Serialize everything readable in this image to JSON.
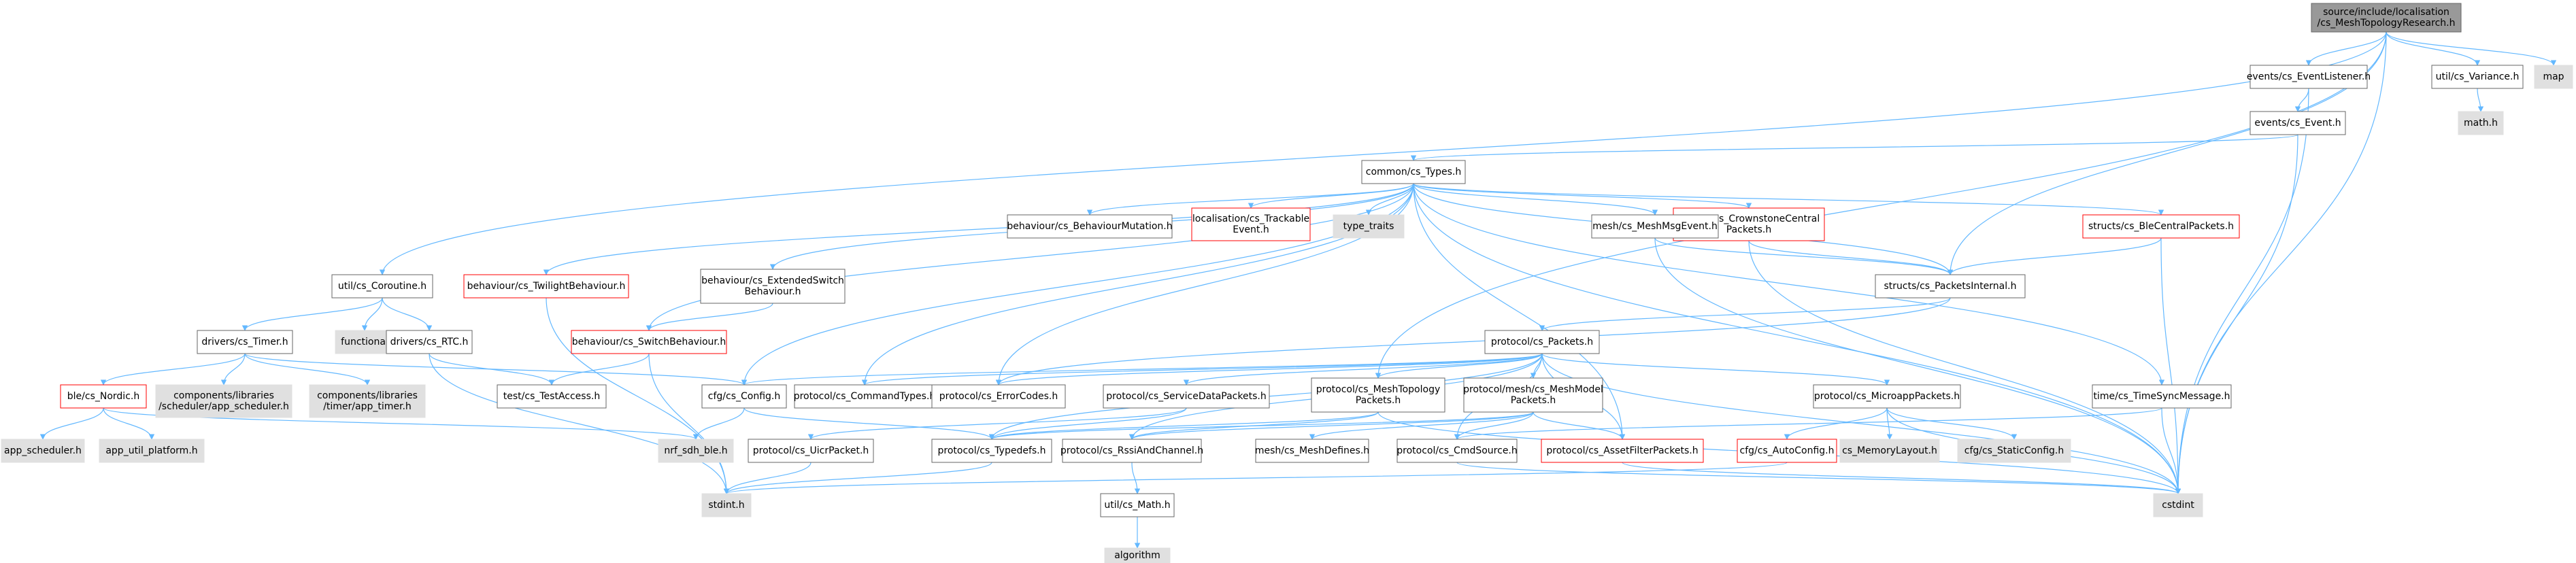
{
  "colors": {
    "edge": "#63b8ff",
    "node_border_black": "#666666",
    "node_border_red": "#ff0000",
    "node_fill_white": "#ffffff",
    "node_fill_gray": "#e0e0e0",
    "node_fill_root": "#999999",
    "text": "#000000"
  },
  "nodes": [
    {
      "id": "root",
      "lines": [
        "source/include/localisation",
        "/cs_MeshTopologyResearch.h"
      ],
      "style": "root"
    },
    {
      "id": "eventlistener",
      "lines": [
        "events/cs_EventListener.h"
      ],
      "style": "black"
    },
    {
      "id": "variance",
      "lines": [
        "util/cs_Variance.h"
      ],
      "style": "black"
    },
    {
      "id": "map",
      "lines": [
        "map"
      ],
      "style": "gray"
    },
    {
      "id": "event",
      "lines": [
        "events/cs_Event.h"
      ],
      "style": "black"
    },
    {
      "id": "math",
      "lines": [
        "math.h"
      ],
      "style": "gray"
    },
    {
      "id": "types",
      "lines": [
        "common/cs_Types.h"
      ],
      "style": "black"
    },
    {
      "id": "behmut",
      "lines": [
        "behaviour/cs_BehaviourMutation.h"
      ],
      "style": "black"
    },
    {
      "id": "trackable",
      "lines": [
        "localisation/cs_Trackable",
        "Event.h"
      ],
      "style": "red"
    },
    {
      "id": "typetraits",
      "lines": [
        "type_traits"
      ],
      "style": "gray"
    },
    {
      "id": "crownstonecentral",
      "lines": [
        "structs/cs_CrownstoneCentral",
        "Packets.h"
      ],
      "style": "red"
    },
    {
      "id": "meshmsgevent",
      "lines": [
        "mesh/cs_MeshMsgEvent.h"
      ],
      "style": "black"
    },
    {
      "id": "blecentral",
      "lines": [
        "structs/cs_BleCentralPackets.h"
      ],
      "style": "red"
    },
    {
      "id": "coroutine",
      "lines": [
        "util/cs_Coroutine.h"
      ],
      "style": "black"
    },
    {
      "id": "twilight",
      "lines": [
        "behaviour/cs_TwilightBehaviour.h"
      ],
      "style": "red"
    },
    {
      "id": "extswitch",
      "lines": [
        "behaviour/cs_ExtendedSwitch",
        "Behaviour.h"
      ],
      "style": "black"
    },
    {
      "id": "packetsinternal",
      "lines": [
        "structs/cs_PacketsInternal.h"
      ],
      "style": "black"
    },
    {
      "id": "timer",
      "lines": [
        "drivers/cs_Timer.h"
      ],
      "style": "black"
    },
    {
      "id": "functional",
      "lines": [
        "functional"
      ],
      "style": "gray"
    },
    {
      "id": "rtc",
      "lines": [
        "drivers/cs_RTC.h"
      ],
      "style": "black"
    },
    {
      "id": "switchbeh",
      "lines": [
        "behaviour/cs_SwitchBehaviour.h"
      ],
      "style": "red"
    },
    {
      "id": "packets",
      "lines": [
        "protocol/cs_Packets.h"
      ],
      "style": "black"
    },
    {
      "id": "nordic",
      "lines": [
        "ble/cs_Nordic.h"
      ],
      "style": "red"
    },
    {
      "id": "appsched",
      "lines": [
        "components/libraries",
        "/scheduler/app_scheduler.h"
      ],
      "style": "gray"
    },
    {
      "id": "apptimer",
      "lines": [
        "components/libraries",
        "/timer/app_timer.h"
      ],
      "style": "gray"
    },
    {
      "id": "testaccess",
      "lines": [
        "test/cs_TestAccess.h"
      ],
      "style": "black"
    },
    {
      "id": "config",
      "lines": [
        "cfg/cs_Config.h"
      ],
      "style": "black"
    },
    {
      "id": "cmdtypes",
      "lines": [
        "protocol/cs_CommandTypes.h"
      ],
      "style": "black"
    },
    {
      "id": "errorcodes",
      "lines": [
        "protocol/cs_ErrorCodes.h"
      ],
      "style": "black"
    },
    {
      "id": "servicedata",
      "lines": [
        "protocol/cs_ServiceDataPackets.h"
      ],
      "style": "black"
    },
    {
      "id": "meshtopopackets",
      "lines": [
        "protocol/cs_MeshTopology",
        "Packets.h"
      ],
      "style": "black"
    },
    {
      "id": "meshmodelpackets",
      "lines": [
        "protocol/mesh/cs_MeshModel",
        "Packets.h"
      ],
      "style": "black"
    },
    {
      "id": "microapp",
      "lines": [
        "protocol/cs_MicroappPackets.h"
      ],
      "style": "black"
    },
    {
      "id": "timesync",
      "lines": [
        "time/cs_TimeSyncMessage.h"
      ],
      "style": "black"
    },
    {
      "id": "appscheduler",
      "lines": [
        "app_scheduler.h"
      ],
      "style": "gray"
    },
    {
      "id": "apputil",
      "lines": [
        "app_util_platform.h"
      ],
      "style": "gray"
    },
    {
      "id": "nrfsdhble",
      "lines": [
        "nrf_sdh_ble.h"
      ],
      "style": "gray"
    },
    {
      "id": "uicr",
      "lines": [
        "protocol/cs_UicrPacket.h"
      ],
      "style": "black"
    },
    {
      "id": "typedefs",
      "lines": [
        "protocol/cs_Typedefs.h"
      ],
      "style": "black"
    },
    {
      "id": "rssiandchannel",
      "lines": [
        "protocol/cs_RssiAndChannel.h"
      ],
      "style": "black"
    },
    {
      "id": "meshdefines",
      "lines": [
        "mesh/cs_MeshDefines.h"
      ],
      "style": "black"
    },
    {
      "id": "cmdsource",
      "lines": [
        "protocol/cs_CmdSource.h"
      ],
      "style": "black"
    },
    {
      "id": "assetfilter",
      "lines": [
        "protocol/cs_AssetFilterPackets.h"
      ],
      "style": "red"
    },
    {
      "id": "autoconfig",
      "lines": [
        "cfg/cs_AutoConfig.h"
      ],
      "style": "red"
    },
    {
      "id": "memlayout",
      "lines": [
        "cs_MemoryLayout.h"
      ],
      "style": "gray"
    },
    {
      "id": "staticconfig",
      "lines": [
        "cfg/cs_StaticConfig.h"
      ],
      "style": "gray"
    },
    {
      "id": "stdint",
      "lines": [
        "stdint.h"
      ],
      "style": "gray"
    },
    {
      "id": "cstdint",
      "lines": [
        "cstdint"
      ],
      "style": "gray"
    },
    {
      "id": "csmath",
      "lines": [
        "util/cs_Math.h"
      ],
      "style": "black"
    },
    {
      "id": "algorithm",
      "lines": [
        "algorithm"
      ],
      "style": "gray"
    }
  ],
  "edges": [
    [
      "root",
      "eventlistener"
    ],
    [
      "root",
      "variance"
    ],
    [
      "root",
      "map"
    ],
    [
      "root",
      "coroutine"
    ],
    [
      "root",
      "packetsinternal"
    ],
    [
      "root",
      "meshtopopackets"
    ],
    [
      "root",
      "cstdint"
    ],
    [
      "eventlistener",
      "event"
    ],
    [
      "eventlistener",
      "cstdint"
    ],
    [
      "variance",
      "math"
    ],
    [
      "event",
      "types"
    ],
    [
      "event",
      "cstdint"
    ],
    [
      "types",
      "behmut"
    ],
    [
      "types",
      "trackable"
    ],
    [
      "types",
      "typetraits"
    ],
    [
      "types",
      "crownstonecentral"
    ],
    [
      "types",
      "meshmsgevent"
    ],
    [
      "types",
      "blecentral"
    ],
    [
      "types",
      "twilight"
    ],
    [
      "types",
      "extswitch"
    ],
    [
      "types",
      "switchbeh"
    ],
    [
      "types",
      "packetsinternal"
    ],
    [
      "types",
      "config"
    ],
    [
      "types",
      "cmdtypes"
    ],
    [
      "types",
      "errorcodes"
    ],
    [
      "types",
      "assetfilter"
    ],
    [
      "types",
      "timesync"
    ],
    [
      "types",
      "cstdint"
    ],
    [
      "crownstonecentral",
      "packetsinternal"
    ],
    [
      "crownstonecentral",
      "cstdint"
    ],
    [
      "meshmsgevent",
      "packetsinternal"
    ],
    [
      "meshmsgevent",
      "cstdint"
    ],
    [
      "blecentral",
      "packetsinternal"
    ],
    [
      "blecentral",
      "cstdint"
    ],
    [
      "twilight",
      "stdint"
    ],
    [
      "extswitch",
      "switchbeh"
    ],
    [
      "switchbeh",
      "testaccess"
    ],
    [
      "switchbeh",
      "stdint"
    ],
    [
      "packetsinternal",
      "packets"
    ],
    [
      "packetsinternal",
      "errorcodes"
    ],
    [
      "coroutine",
      "timer"
    ],
    [
      "coroutine",
      "functional"
    ],
    [
      "coroutine",
      "rtc"
    ],
    [
      "timer",
      "nordic"
    ],
    [
      "timer",
      "appsched"
    ],
    [
      "timer",
      "apptimer"
    ],
    [
      "timer",
      "config"
    ],
    [
      "rtc",
      "testaccess"
    ],
    [
      "rtc",
      "stdint"
    ],
    [
      "nordic",
      "appscheduler"
    ],
    [
      "nordic",
      "apputil"
    ],
    [
      "nordic",
      "nrfsdhble"
    ],
    [
      "config",
      "nrfsdhble"
    ],
    [
      "config",
      "typedefs"
    ],
    [
      "packets",
      "config"
    ],
    [
      "packets",
      "cmdtypes"
    ],
    [
      "packets",
      "errorcodes"
    ],
    [
      "packets",
      "servicedata"
    ],
    [
      "packets",
      "meshtopopackets"
    ],
    [
      "packets",
      "meshmodelpackets"
    ],
    [
      "packets",
      "microapp"
    ],
    [
      "packets",
      "typedefs"
    ],
    [
      "packets",
      "rssiandchannel"
    ],
    [
      "packets",
      "cmdsource"
    ],
    [
      "packets",
      "assetfilter"
    ],
    [
      "packets",
      "cstdint"
    ],
    [
      "servicedata",
      "uicr"
    ],
    [
      "servicedata",
      "typedefs"
    ],
    [
      "meshtopopackets",
      "typedefs"
    ],
    [
      "meshtopopackets",
      "rssiandchannel"
    ],
    [
      "meshtopopackets",
      "cstdint"
    ],
    [
      "meshmodelpackets",
      "typedefs"
    ],
    [
      "meshmodelpackets",
      "rssiandchannel"
    ],
    [
      "meshmodelpackets",
      "meshdefines"
    ],
    [
      "meshmodelpackets",
      "cmdsource"
    ],
    [
      "meshmodelpackets",
      "assetfilter"
    ],
    [
      "microapp",
      "autoconfig"
    ],
    [
      "microapp",
      "memlayout"
    ],
    [
      "microapp",
      "staticconfig"
    ],
    [
      "microapp",
      "cstdint"
    ],
    [
      "timesync",
      "cmdsource"
    ],
    [
      "timesync",
      "cstdint"
    ],
    [
      "uicr",
      "stdint"
    ],
    [
      "typedefs",
      "stdint"
    ],
    [
      "rssiandchannel",
      "csmath"
    ],
    [
      "cmdsource",
      "cstdint"
    ],
    [
      "assetfilter",
      "cstdint"
    ],
    [
      "autoconfig",
      "stdint"
    ],
    [
      "csmath",
      "algorithm"
    ]
  ]
}
